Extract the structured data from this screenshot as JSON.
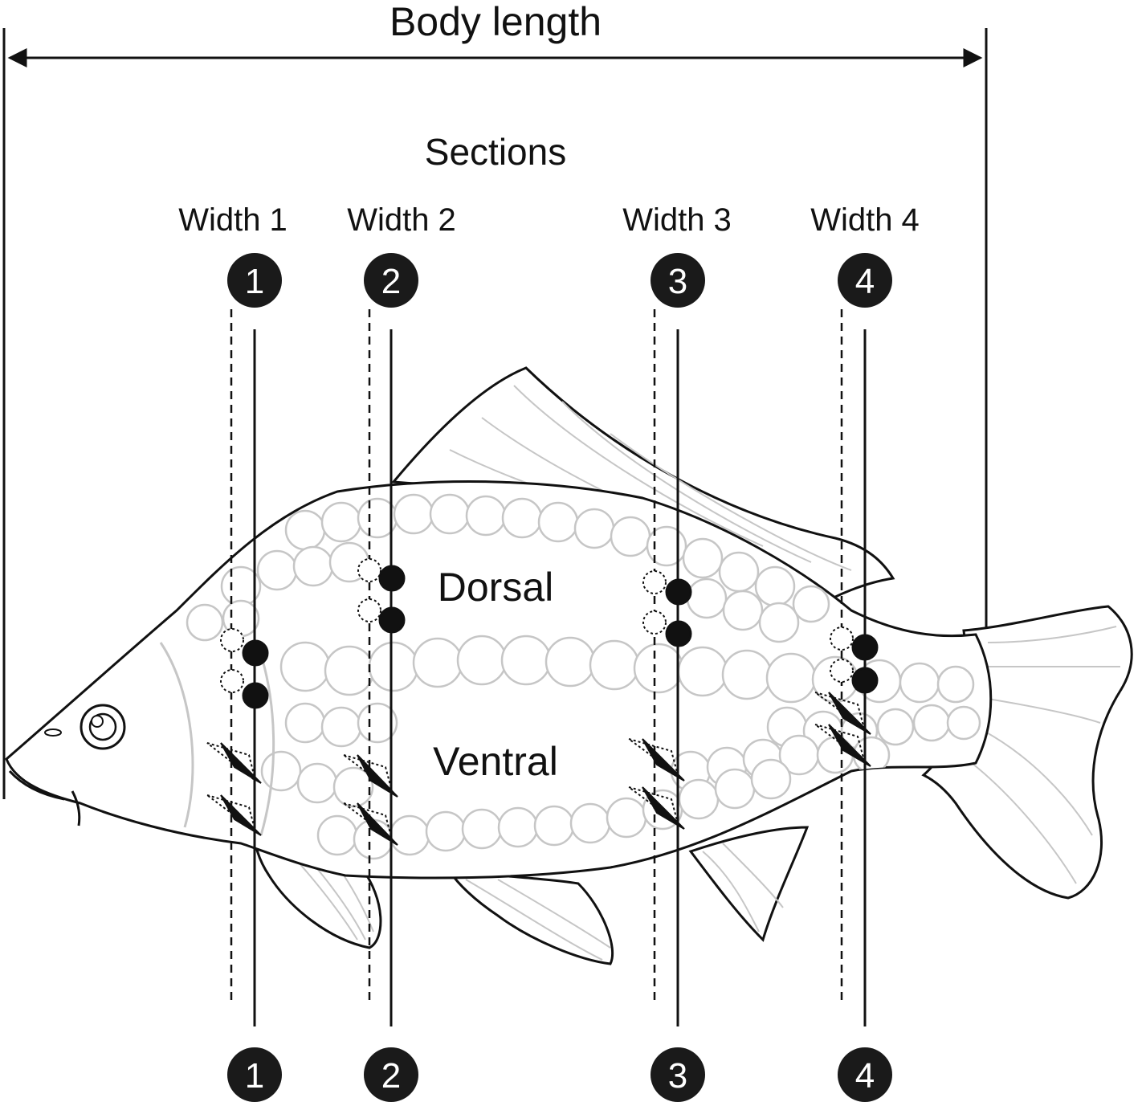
{
  "title": "Body length",
  "sections_label": "Sections",
  "widths": [
    {
      "label": "Width 1",
      "number": "1"
    },
    {
      "label": "Width 2",
      "number": "2"
    },
    {
      "label": "Width 3",
      "number": "3"
    },
    {
      "label": "Width 4",
      "number": "4"
    }
  ],
  "regions": {
    "dorsal": "Dorsal",
    "ventral": "Ventral"
  },
  "colors": {
    "ink": "#111111",
    "badge": "#1a1a1a",
    "scale_outline": "#c6c6c6",
    "background": "#ffffff"
  }
}
